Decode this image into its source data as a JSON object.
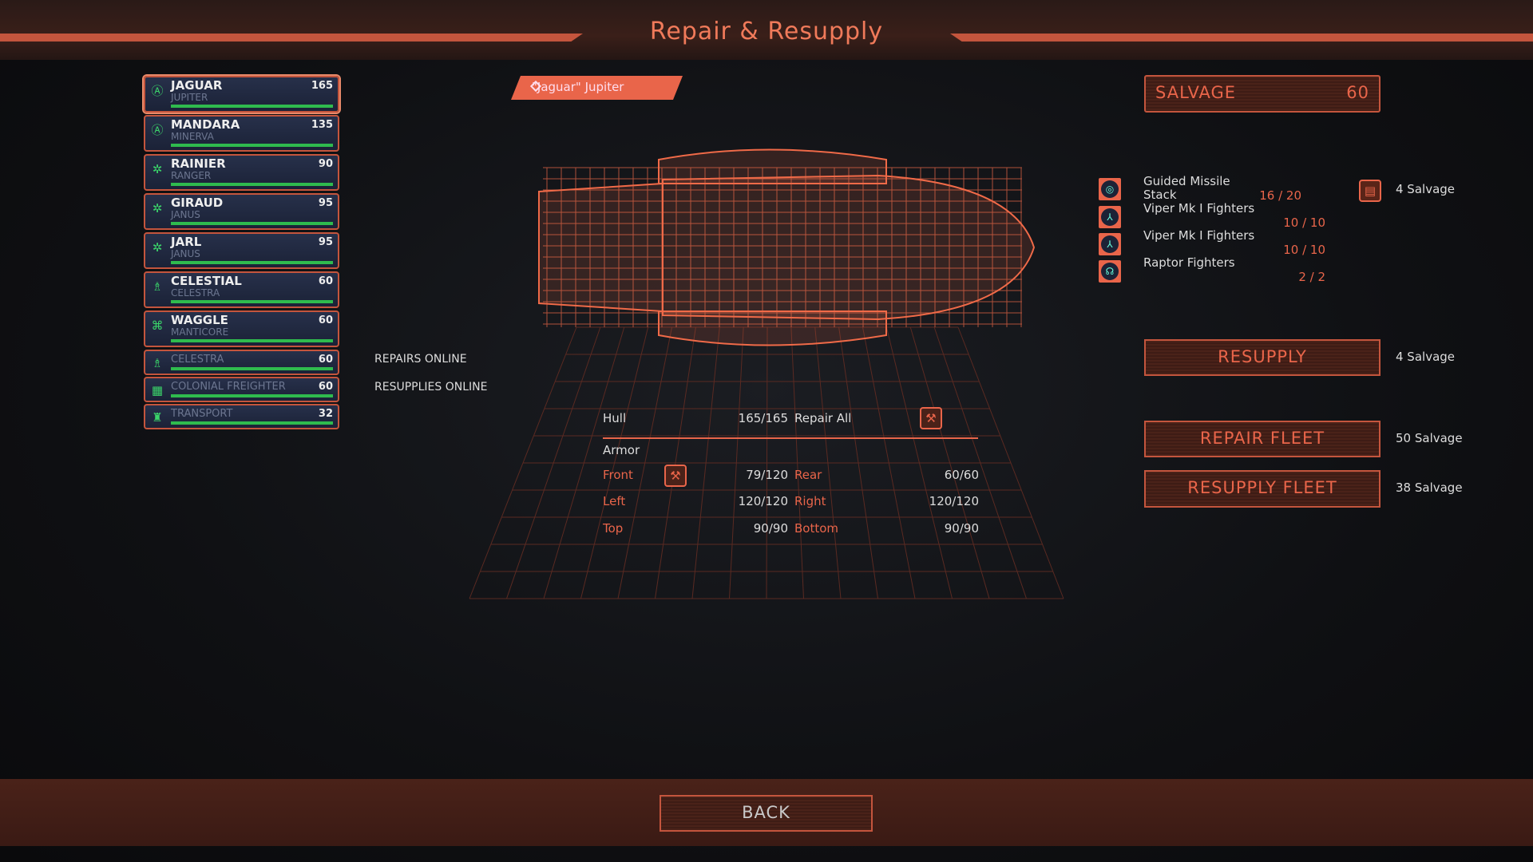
{
  "title": "Repair & Resupply",
  "selected_tag": "\"Jaguar\" Jupiter",
  "fleet": [
    {
      "name": "JAGUAR",
      "class": "JUPITER",
      "hp": "165",
      "icon": "battlestar-icon"
    },
    {
      "name": "MANDARA",
      "class": "MINERVA",
      "hp": "135",
      "icon": "battlestar-icon"
    },
    {
      "name": "RAINIER",
      "class": "RANGER",
      "hp": "90",
      "icon": "cruiser-icon"
    },
    {
      "name": "GIRAUD",
      "class": "JANUS",
      "hp": "95",
      "icon": "cruiser-icon"
    },
    {
      "name": "JARL",
      "class": "JANUS",
      "hp": "95",
      "icon": "cruiser-icon"
    },
    {
      "name": "CELESTIAL",
      "class": "CELESTRA",
      "hp": "60",
      "icon": "support-icon"
    },
    {
      "name": "WAGGLE",
      "class": "MANTICORE",
      "hp": "60",
      "icon": "corvette-icon"
    },
    {
      "name": "CELESTRA",
      "hp": "60",
      "icon": "support-icon"
    },
    {
      "name": "COLONIAL FREIGHTER",
      "hp": "60",
      "icon": "freighter-icon"
    },
    {
      "name": "TRANSPORT",
      "hp": "32",
      "icon": "transport-icon"
    }
  ],
  "status": {
    "repairs": "REPAIRS ONLINE",
    "resupplies": "RESUPPLIES ONLINE"
  },
  "stats": {
    "hull_label": "Hull",
    "hull_value": "165/165",
    "repair_all": "Repair All",
    "armor_label": "Armor",
    "front_label": "Front",
    "front_value": "79/120",
    "rear_label": "Rear",
    "rear_value": "60/60",
    "left_label": "Left",
    "left_value": "120/120",
    "right_label": "Right",
    "right_value": "120/120",
    "top_label": "Top",
    "top_value": "90/90",
    "bottom_label": "Bottom",
    "bottom_value": "90/90"
  },
  "salvage": {
    "label": "SALVAGE",
    "value": "60"
  },
  "ammo": [
    {
      "name": "Guided Missile Stack",
      "value": "16 / 20",
      "cost": "4 Salvage"
    },
    {
      "name": "Viper Mk I Fighters",
      "value": "10 / 10"
    },
    {
      "name": "Viper Mk I Fighters",
      "value": "10 / 10"
    },
    {
      "name": "Raptor Fighters",
      "value": "2 / 2"
    }
  ],
  "actions": {
    "resupply": "RESUPPLY",
    "resupply_cost": "4 Salvage",
    "repair_fleet": "REPAIR FLEET",
    "repair_fleet_cost": "50 Salvage",
    "resupply_fleet": "RESUPPLY FLEET",
    "resupply_fleet_cost": "38 Salvage"
  },
  "back": "BACK",
  "colors": {
    "accent": "#e9654a",
    "health": "#2fbb4e"
  }
}
